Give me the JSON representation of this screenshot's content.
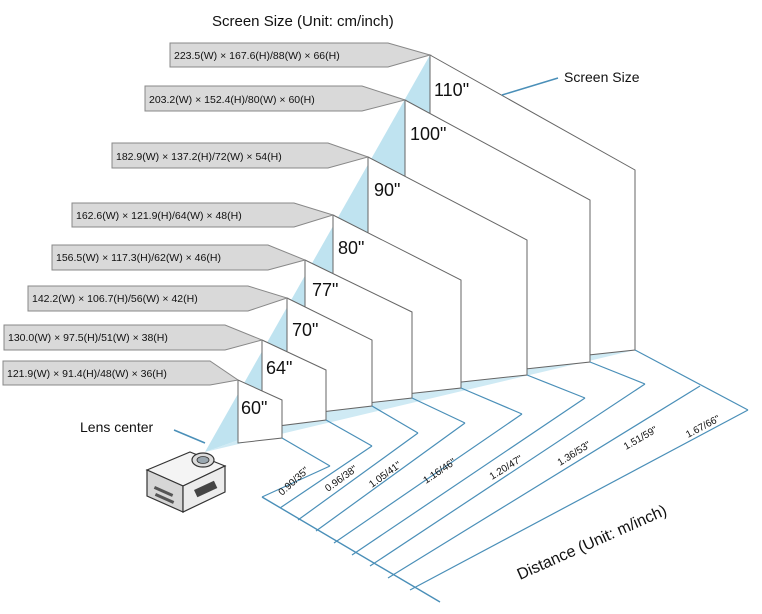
{
  "title": "Screen Size (Unit: cm/inch)",
  "screen_size_label": "Screen Size",
  "lens_center_label": "Lens center",
  "distance_axis_label": "Distance (Unit: m/inch)",
  "colors": {
    "beam": "#bfe3f0",
    "callout": "#d9d9d9",
    "line": "#4a8fb8"
  },
  "screens": [
    {
      "size": "60\"",
      "dims": "121.9(W) × 91.4(H)/48(W) × 36(H)",
      "distance": ""
    },
    {
      "size": "64\"",
      "dims": "130.0(W) × 97.5(H)/51(W) × 38(H)",
      "distance": "0.90/35\""
    },
    {
      "size": "70\"",
      "dims": "142.2(W) × 106.7(H)/56(W) × 42(H)",
      "distance": "0.96/38\""
    },
    {
      "size": "77\"",
      "dims": "156.5(W) × 117.3(H)/62(W) × 46(H)",
      "distance": "1.05/41\""
    },
    {
      "size": "80\"",
      "dims": "162.6(W) × 121.9(H)/64(W) × 48(H)",
      "distance": "1.16/46\""
    },
    {
      "size": "90\"",
      "dims": "182.9(W) × 137.2(H)/72(W) × 54(H)",
      "distance": "1.20/47\""
    },
    {
      "size": "100\"",
      "dims": "203.2(W) × 152.4(H)/80(W) × 60(H)",
      "distance": "1.36/53\""
    },
    {
      "size": "110\"",
      "dims": "223.5(W) × 167.6(H)/88(W) × 66(H)",
      "distance": "1.51/59\""
    }
  ],
  "extra_distance": "1.67/66\""
}
